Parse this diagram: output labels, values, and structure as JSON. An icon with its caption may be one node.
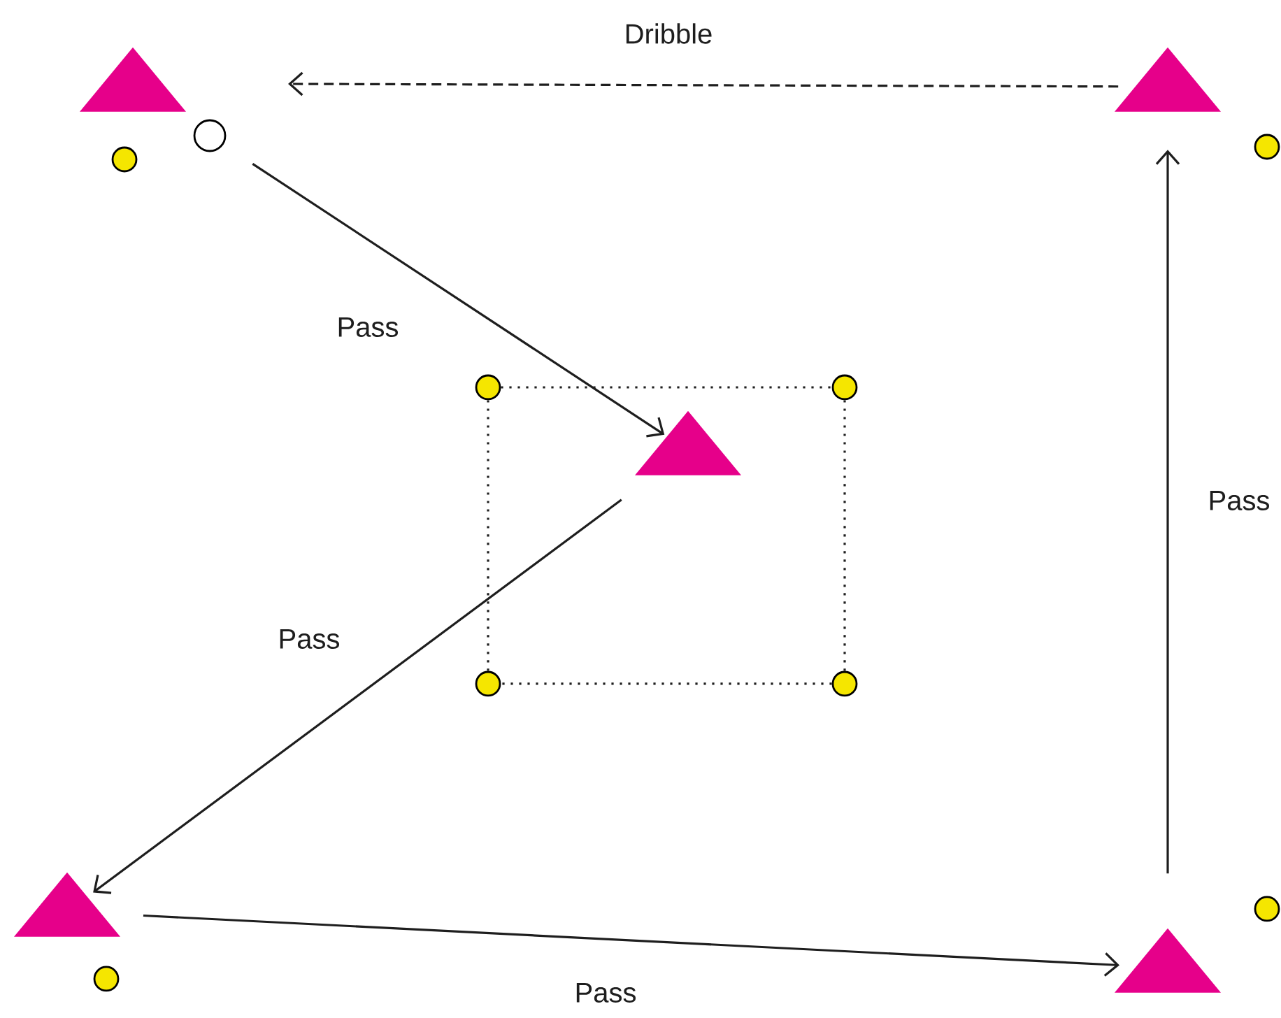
{
  "diagram": {
    "nodes": [
      {
        "text": [],
        "shape": "triangle"
      },
      {
        "text": [],
        "shape": "triangle"
      },
      {
        "text": [],
        "shape": "circle"
      },
      {
        "text": [],
        "shape": "circle"
      },
      {
        "text": [],
        "shape": "circle"
      },
      {
        "text": [],
        "shape": "circle"
      },
      {
        "text": [],
        "shape": "circle"
      },
      {
        "text": [],
        "shape": "triangle"
      },
      {
        "text": [],
        "shape": "circle"
      },
      {
        "text": [],
        "shape": "circle"
      },
      {
        "text": [],
        "shape": "triangle"
      },
      {
        "text": [],
        "shape": "circle"
      },
      {
        "text": [],
        "shape": "circle"
      },
      {
        "text": [],
        "shape": "triangle"
      }
    ],
    "edges": [
      {
        "from": 1,
        "to": null,
        "arrow": "to",
        "label": "Dribble",
        "style": "dashed"
      },
      {
        "from": 2,
        "to": 7,
        "arrow": "to",
        "label": "Pass"
      },
      {
        "from": 7,
        "to": 10,
        "arrow": "to",
        "label": "Pass"
      },
      {
        "from": 10,
        "to": 13,
        "arrow": "to",
        "label": "Pass"
      },
      {
        "from": 13,
        "to": 1,
        "arrow": "to",
        "label": "Pass"
      },
      {
        "from": 5,
        "to": 6,
        "arrow": "none",
        "style": "dashed"
      },
      {
        "from": 6,
        "to": 9,
        "arrow": "none",
        "style": "dashed"
      },
      {
        "from": 9,
        "to": 8,
        "arrow": "none",
        "style": "dashed"
      },
      {
        "from": 8,
        "to": 5,
        "arrow": "none",
        "style": "dashed"
      }
    ]
  }
}
